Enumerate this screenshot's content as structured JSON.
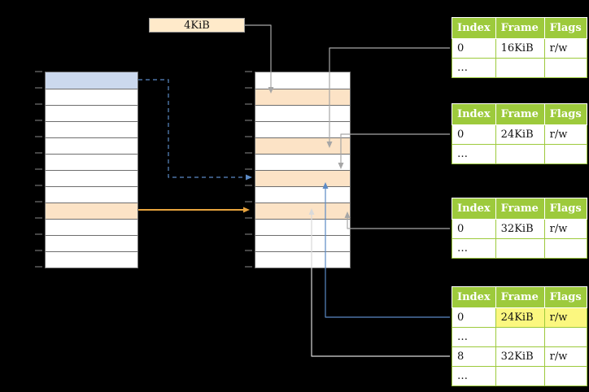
{
  "diagram": {
    "page_size_label": "4KiB",
    "left_memory": {
      "rows": [
        "blue",
        "white",
        "white",
        "white",
        "white",
        "white",
        "white",
        "white",
        "peach",
        "white",
        "white",
        "white"
      ]
    },
    "physical_memory": {
      "rows": [
        "white",
        "peach",
        "white",
        "white",
        "peach",
        "white",
        "peach",
        "white",
        "peach",
        "white",
        "white",
        "white"
      ]
    },
    "page_tables": [
      {
        "headers": [
          "Index",
          "Frame",
          "Flags"
        ],
        "rows": [
          {
            "cells": [
              "0",
              "16KiB",
              "r/w"
            ],
            "highlight": []
          },
          {
            "cells": [
              "…",
              "",
              ""
            ],
            "highlight": []
          }
        ]
      },
      {
        "headers": [
          "Index",
          "Frame",
          "Flags"
        ],
        "rows": [
          {
            "cells": [
              "0",
              "24KiB",
              "r/w"
            ],
            "highlight": []
          },
          {
            "cells": [
              "…",
              "",
              ""
            ],
            "highlight": []
          }
        ]
      },
      {
        "headers": [
          "Index",
          "Frame",
          "Flags"
        ],
        "rows": [
          {
            "cells": [
              "0",
              "32KiB",
              "r/w"
            ],
            "highlight": []
          },
          {
            "cells": [
              "…",
              "",
              ""
            ],
            "highlight": []
          }
        ]
      },
      {
        "headers": [
          "Index",
          "Frame",
          "Flags"
        ],
        "rows": [
          {
            "cells": [
              "0",
              "24KiB",
              "r/w"
            ],
            "highlight": [
              1,
              2
            ]
          },
          {
            "cells": [
              "…",
              "",
              ""
            ],
            "highlight": []
          },
          {
            "cells": [
              "8",
              "32KiB",
              "r/w"
            ],
            "highlight": []
          },
          {
            "cells": [
              "…",
              "",
              ""
            ],
            "highlight": []
          }
        ]
      }
    ],
    "colors": {
      "background": "#000000",
      "cell_blue": "#ccd9ee",
      "cell_peach": "#fce3c6",
      "label_box_fill": "#ffeaca",
      "table_header_green": "#9dca3c",
      "highlight_yellow": "#fbf77f",
      "arrow_gray": "#a6a6a6",
      "arrow_blue": "#5b8ac5",
      "arrow_orange": "#e8a33d",
      "arrow_light": "#d9d9d9"
    }
  }
}
